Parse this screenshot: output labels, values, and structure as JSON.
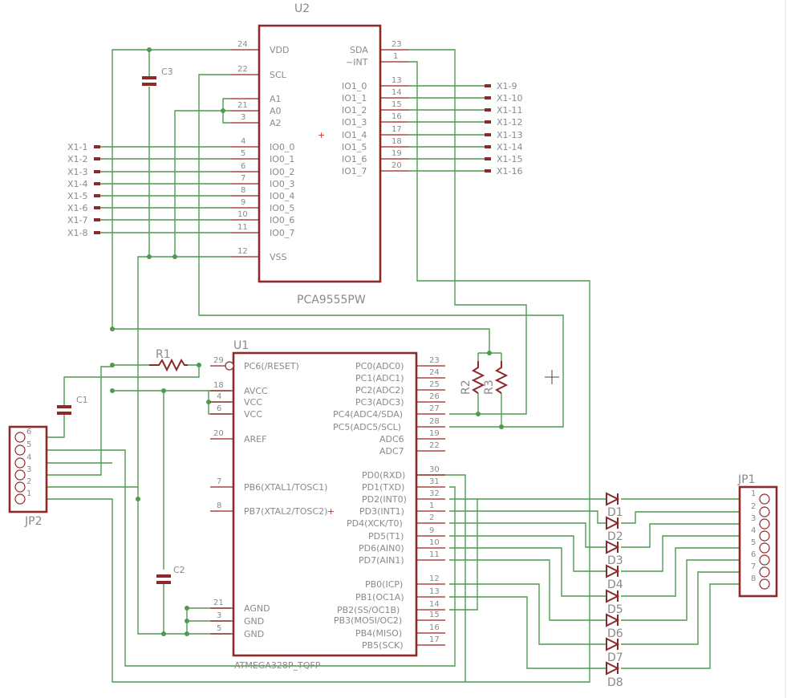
{
  "u2": {
    "ref": "U2",
    "value": "PCA9555PW",
    "pins_left": [
      {
        "num": "24",
        "name": "VDD"
      },
      {
        "num": "22",
        "name": "SCL"
      },
      {
        "num": "",
        "name": "A1"
      },
      {
        "num": "21",
        "name": "A0"
      },
      {
        "num": "3",
        "name": "A2"
      },
      {
        "num": "4",
        "name": "IO0_0"
      },
      {
        "num": "5",
        "name": "IO0_1"
      },
      {
        "num": "6",
        "name": "IO0_2"
      },
      {
        "num": "7",
        "name": "IO0_3"
      },
      {
        "num": "8",
        "name": "IO0_4"
      },
      {
        "num": "9",
        "name": "IO0_5"
      },
      {
        "num": "10",
        "name": "IO0_6"
      },
      {
        "num": "11",
        "name": "IO0_7"
      },
      {
        "num": "12",
        "name": "VSS"
      }
    ],
    "pins_right": [
      {
        "num": "23",
        "name": "SDA"
      },
      {
        "num": "1",
        "name": "~INT"
      },
      {
        "num": "13",
        "name": "IO1_0"
      },
      {
        "num": "14",
        "name": "IO1_1"
      },
      {
        "num": "15",
        "name": "IO1_2"
      },
      {
        "num": "16",
        "name": "IO1_3"
      },
      {
        "num": "17",
        "name": "IO1_4"
      },
      {
        "num": "18",
        "name": "IO1_5"
      },
      {
        "num": "19",
        "name": "IO1_6"
      },
      {
        "num": "20",
        "name": "IO1_7"
      }
    ],
    "x1_left": [
      "X1-1",
      "X1-2",
      "X1-3",
      "X1-4",
      "X1-5",
      "X1-6",
      "X1-7",
      "X1-8"
    ],
    "x1_right": [
      "X1-9",
      "X1-10",
      "X1-11",
      "X1-12",
      "X1-13",
      "X1-14",
      "X1-15",
      "X1-16"
    ]
  },
  "u1": {
    "ref": "U1",
    "value": "ATMEGA328P_TQFP",
    "pins_left": [
      {
        "num": "29",
        "name": "PC6(/RESET)"
      },
      {
        "num": "18",
        "name": "AVCC"
      },
      {
        "num": "4",
        "name": "VCC"
      },
      {
        "num": "6",
        "name": "VCC"
      },
      {
        "num": "20",
        "name": "AREF"
      },
      {
        "num": "7",
        "name": "PB6(XTAL1/TOSC1)"
      },
      {
        "num": "8",
        "name": "PB7(XTAL2/TOSC2)"
      },
      {
        "num": "21",
        "name": "AGND"
      },
      {
        "num": "3",
        "name": "GND"
      },
      {
        "num": "5",
        "name": "GND"
      }
    ],
    "pins_right": [
      {
        "num": "23",
        "name": "PC0(ADC0)"
      },
      {
        "num": "24",
        "name": "PC1(ADC1)"
      },
      {
        "num": "25",
        "name": "PC2(ADC2)"
      },
      {
        "num": "26",
        "name": "PC3(ADC3)"
      },
      {
        "num": "27",
        "name": "PC4(ADC4/SDA)"
      },
      {
        "num": "28",
        "name": "PC5(ADC5/SCL)"
      },
      {
        "num": "19",
        "name": "ADC6"
      },
      {
        "num": "22",
        "name": "ADC7"
      },
      {
        "num": "30",
        "name": "PD0(RXD)"
      },
      {
        "num": "31",
        "name": "PD1(TXD)"
      },
      {
        "num": "32",
        "name": "PD2(INT0)"
      },
      {
        "num": "1",
        "name": "PD3(INT1)"
      },
      {
        "num": "2",
        "name": "PD4(XCK/T0)"
      },
      {
        "num": "9",
        "name": "PD5(T1)"
      },
      {
        "num": "10",
        "name": "PD6(AIN0)"
      },
      {
        "num": "11",
        "name": "PD7(AIN1)"
      },
      {
        "num": "12",
        "name": "PB0(ICP)"
      },
      {
        "num": "13",
        "name": "PB1(OC1A)"
      },
      {
        "num": "14",
        "name": "PB2(SS/OC1B)"
      },
      {
        "num": "15",
        "name": "PB3(MOSI/OC2)"
      },
      {
        "num": "16",
        "name": "PB4(MISO)"
      },
      {
        "num": "17",
        "name": "PB5(SCK)"
      }
    ]
  },
  "passives": {
    "c1": "C1",
    "c2": "C2",
    "c3": "C3",
    "r1": "R1",
    "r2": "R2",
    "r3": "R3"
  },
  "jp1": {
    "ref": "JP1",
    "pins": [
      "1",
      "2",
      "3",
      "4",
      "5",
      "6",
      "7",
      "8"
    ]
  },
  "jp2": {
    "ref": "JP2",
    "pins": [
      "6",
      "5",
      "4",
      "3",
      "2",
      "1"
    ]
  },
  "diodes": [
    "D1",
    "D2",
    "D3",
    "D4",
    "D5",
    "D6",
    "D7",
    "D8"
  ]
}
